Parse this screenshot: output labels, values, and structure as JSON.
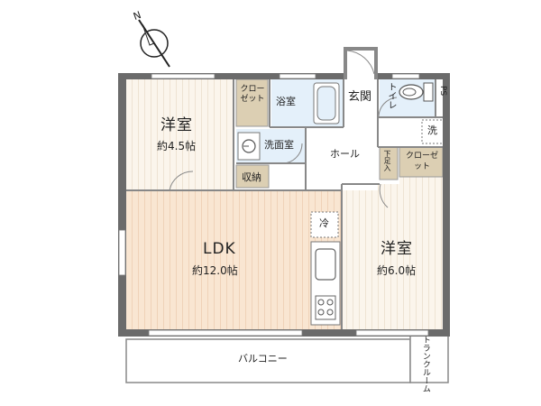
{
  "compass": {
    "north": "N"
  },
  "rooms": {
    "western_room_1": {
      "name": "洋室",
      "area": "約4.5帖"
    },
    "ldk": {
      "name": "LDK",
      "area": "約12.0帖"
    },
    "western_room_2": {
      "name": "洋室",
      "area": "約6.0帖"
    },
    "bathroom": "浴室",
    "entrance": "玄関",
    "toilet": "トイレ",
    "ps": "PS",
    "washroom": "洗面室",
    "storage": "収納",
    "hall": "ホール",
    "closet_1": "クローゼット",
    "closet_2": "クローゼット",
    "shoe_closet": "下足入",
    "washer": "洗",
    "fridge": "冷",
    "balcony": "バルコニー",
    "trunk_room": "トランクルーム"
  },
  "colors": {
    "wall": "#6b6b6b",
    "western_floor": "#fbf5ec",
    "ldk_floor": "#f9e6d2",
    "wet_floor": "#e4f0fa",
    "closet_fill": "#dccfb3",
    "line": "#888888"
  }
}
